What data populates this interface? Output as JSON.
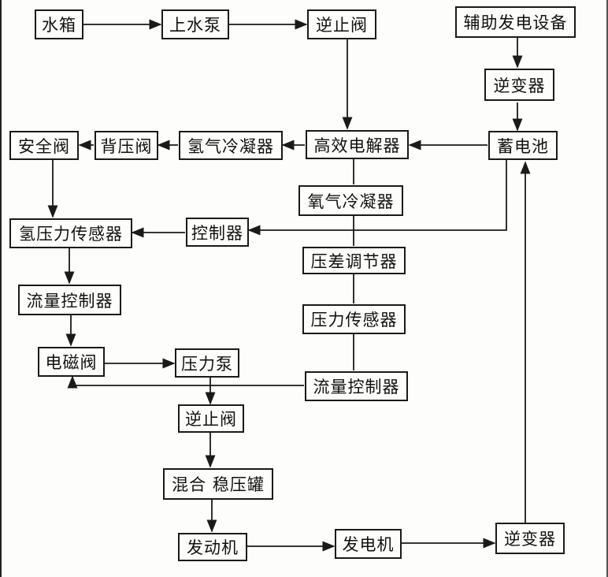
{
  "nodes": {
    "water_tank": "水箱",
    "feed_pump": "上水泵",
    "check_valve_top": "逆止阀",
    "aux_generator": "辅助发电设备",
    "inverter_top": "逆变器",
    "safety_valve": "安全阀",
    "back_pressure_valve": "背压阀",
    "hydrogen_condenser": "氢气冷凝器",
    "electrolyzer": "高效电解器",
    "battery": "蓄电池",
    "oxygen_condenser": "氧气冷凝器",
    "hydrogen_pressure_sensor": "氢压力传感器",
    "controller": "控制器",
    "diff_pressure_regulator": "压差调节器",
    "flow_controller_left": "流量控制器",
    "pressure_sensor": "压力传感器",
    "solenoid_valve": "电磁阀",
    "pressure_pump": "压力泵",
    "flow_controller_right": "流量控制器",
    "check_valve_bottom": "逆止阀",
    "mixing_tank": "混合 稳压罐",
    "engine": "发动机",
    "generator": "发电机",
    "inverter_bottom": "逆变器"
  }
}
